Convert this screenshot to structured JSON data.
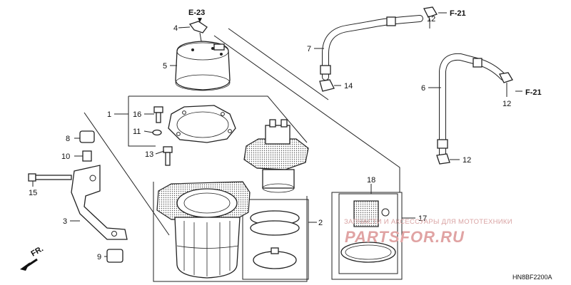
{
  "diagram": {
    "callouts": {
      "n1": "1",
      "n2": "2",
      "n3": "3",
      "n4": "4",
      "n5": "5",
      "n6": "6",
      "n7": "7",
      "n8": "8",
      "n9": "9",
      "n10": "10",
      "n11": "11",
      "n12a": "12",
      "n12b": "12",
      "n12c": "12",
      "n13": "13",
      "n14": "14",
      "n15": "15",
      "n16": "16",
      "n17": "17",
      "n18": "18"
    },
    "refs": {
      "e23": "E-23",
      "f21a": "F-21",
      "f21b": "F-21",
      "fr": "FR."
    },
    "code": "HN8BF2200A"
  },
  "watermark": {
    "subtitle": "ЗАПЧАСТИ И АКСЕССУАРЫ ДЛЯ МОТОТЕХНИКИ",
    "main": "PARTSFOR.RU"
  }
}
